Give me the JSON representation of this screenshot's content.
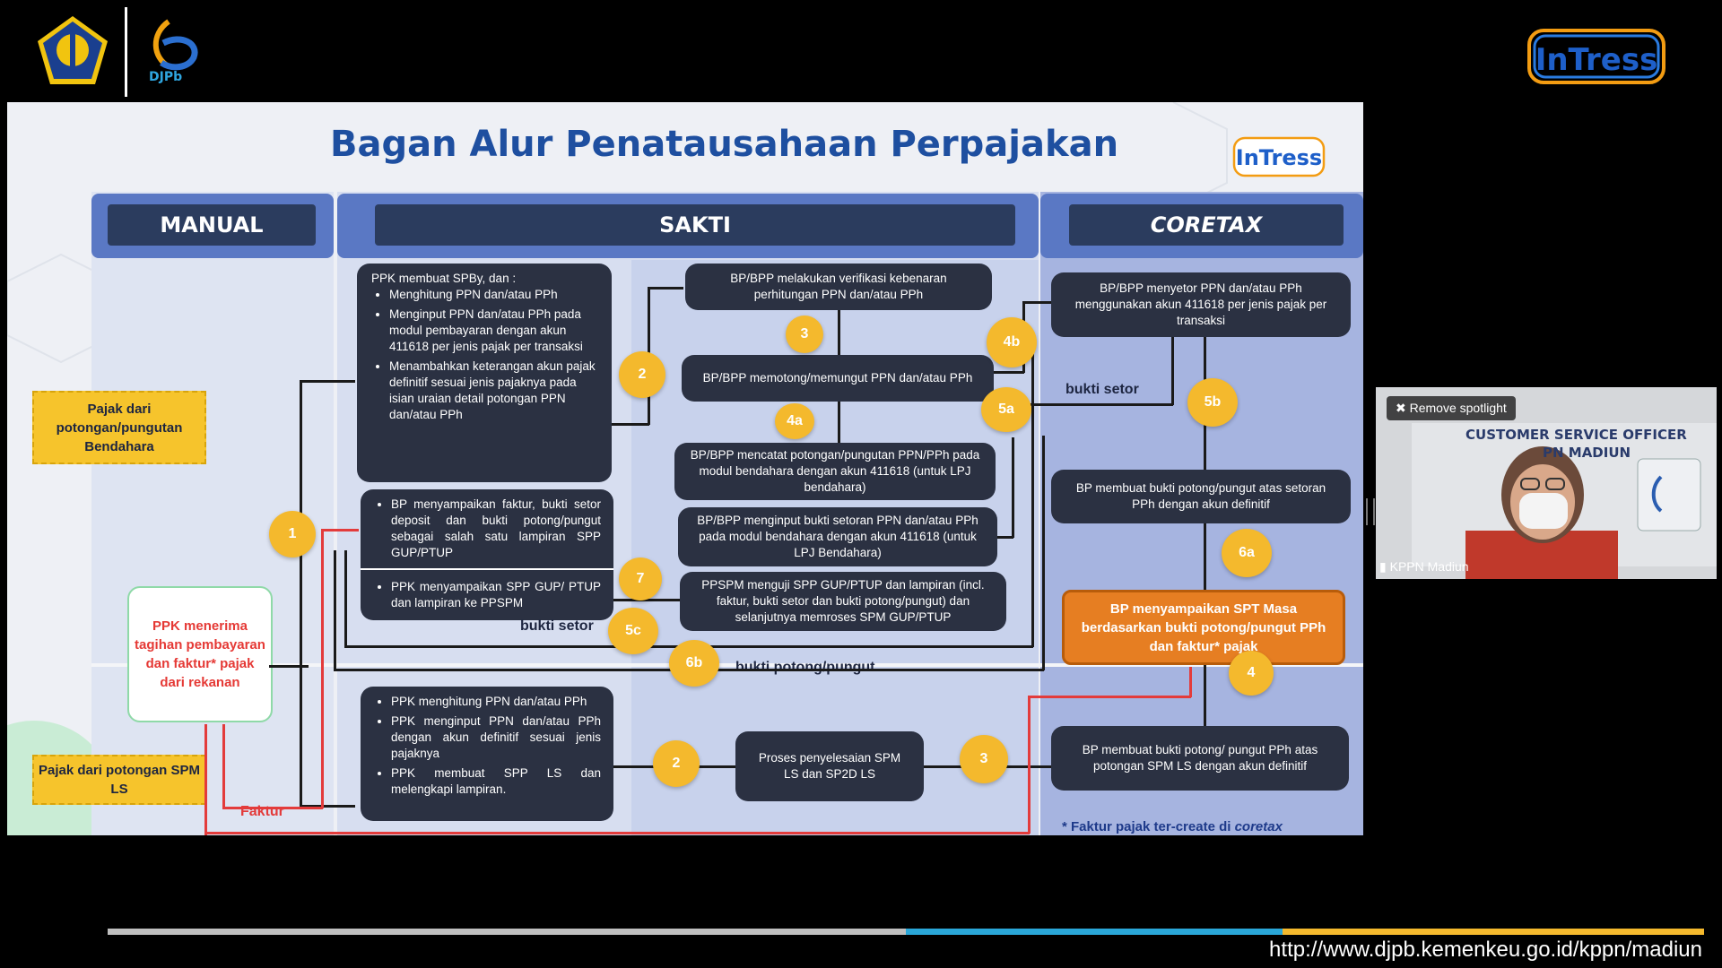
{
  "header": {
    "left_logo": "kemenkeu-emblem",
    "djpb_logo_text": "DJPb",
    "right_logo_text": "InTress"
  },
  "slide": {
    "title": "Bagan Alur Penatausahaan Perpajakan",
    "logo_text": "InTress",
    "columns": {
      "manual": "MANUAL",
      "sakti": "SAKTI",
      "coretax": "CORETAX"
    },
    "manual": {
      "pajak_bendahara": "Pajak dari potongan/pungutan Bendahara",
      "ppk_menerima": "PPK menerima tagihan pembayaran dan faktur* pajak dari rekanan",
      "pajak_spm_ls": "Pajak dari potongan SPM LS",
      "faktur_label": "Faktur"
    },
    "sakti": {
      "ppk_spby_title": "PPK membuat SPBy, dan :",
      "ppk_spby_items": [
        "Menghitung PPN dan/atau PPh",
        "Menginput PPN dan/atau PPh pada modul pembayaran dengan akun 411618 per jenis pajak per transaksi",
        "Menambahkan keterangan akun pajak definitif sesuai jenis pajaknya pada isian uraian detail potongan PPN dan/atau PPh"
      ],
      "bp_faktur": "BP menyampaikan faktur, bukti setor deposit dan bukti potong/pungut sebagai salah satu lampiran SPP GUP/PTUP",
      "ppk_spp": "PPK menyampaikan SPP GUP/ PTUP dan lampiran ke PPSPM",
      "bukti_setor_1": "bukti setor",
      "bp_verifikasi": "BP/BPP melakukan verifikasi kebenaran perhitungan PPN dan/atau PPh",
      "bp_memotong": "BP/BPP memotong/memungut PPN dan/atau PPh",
      "bp_mencatat": "BP/BPP mencatat potongan/pungutan PPN/PPh pada modul bendahara dengan akun 411618 (untuk LPJ bendahara)",
      "bp_menginput": "BP/BPP menginput bukti setoran PPN dan/atau PPh pada modul bendahara dengan akun 411618 (untuk LPJ Bendahara)",
      "ppspm": "PPSPM menguji SPP GUP/PTUP dan lampiran (incl. faktur, bukti setor dan bukti potong/pungut) dan selanjutnya memroses SPM GUP/PTUP",
      "bukti_potong": "bukti potong/pungut",
      "ppk_ls_items": [
        "PPK menghitung PPN dan/atau PPh",
        "PPK menginput PPN dan/atau PPh dengan akun definitif sesuai jenis pajaknya",
        "PPK membuat SPP LS dan melengkapi lampiran."
      ],
      "proses_spm": "Proses penyelesaian SPM LS dan SP2D LS"
    },
    "coretax": {
      "bp_menyetor": "BP/BPP menyetor PPN dan/atau PPh menggunakan akun 411618 per jenis pajak per transaksi",
      "bukti_setor_2": "bukti setor",
      "bp_bukti_potong": "BP membuat bukti potong/pungut atas setoran PPh dengan akun definitif",
      "bp_spt": "BP menyampaikan SPT Masa berdasarkan bukti potong/pungut PPh dan faktur* pajak",
      "bp_ls": "BP membuat bukti potong/ pungut PPh atas potongan SPM LS dengan akun definitif",
      "footnote_prefix": "* Faktur pajak ter-create di",
      "footnote_em": "coretax"
    },
    "steps": {
      "s1": "1",
      "s2": "2",
      "s3": "3",
      "s4a": "4a",
      "s4b": "4b",
      "s5a": "5a",
      "s5b": "5b",
      "s5c": "5c",
      "s6a": "6a",
      "s6b": "6b",
      "s7": "7",
      "ls2": "2",
      "ls3": "3",
      "ls4": "4"
    }
  },
  "webcam": {
    "remove_spotlight": "Remove spotlight",
    "participant_name": "KPPN Madiun",
    "sign_line1": "CUSTOMER SERVICE OFFICER",
    "sign_line2": "PN MADIUN"
  },
  "footer": {
    "url": "http://www.djpb.kemenkeu.go.id/kppn/madiun"
  },
  "colors": {
    "title_blue": "#1e4fa0",
    "node_dark": "#2b3142",
    "step_yellow": "#f4b92d",
    "highlight_orange": "#e67e22",
    "flow_red": "#e33b3b"
  }
}
